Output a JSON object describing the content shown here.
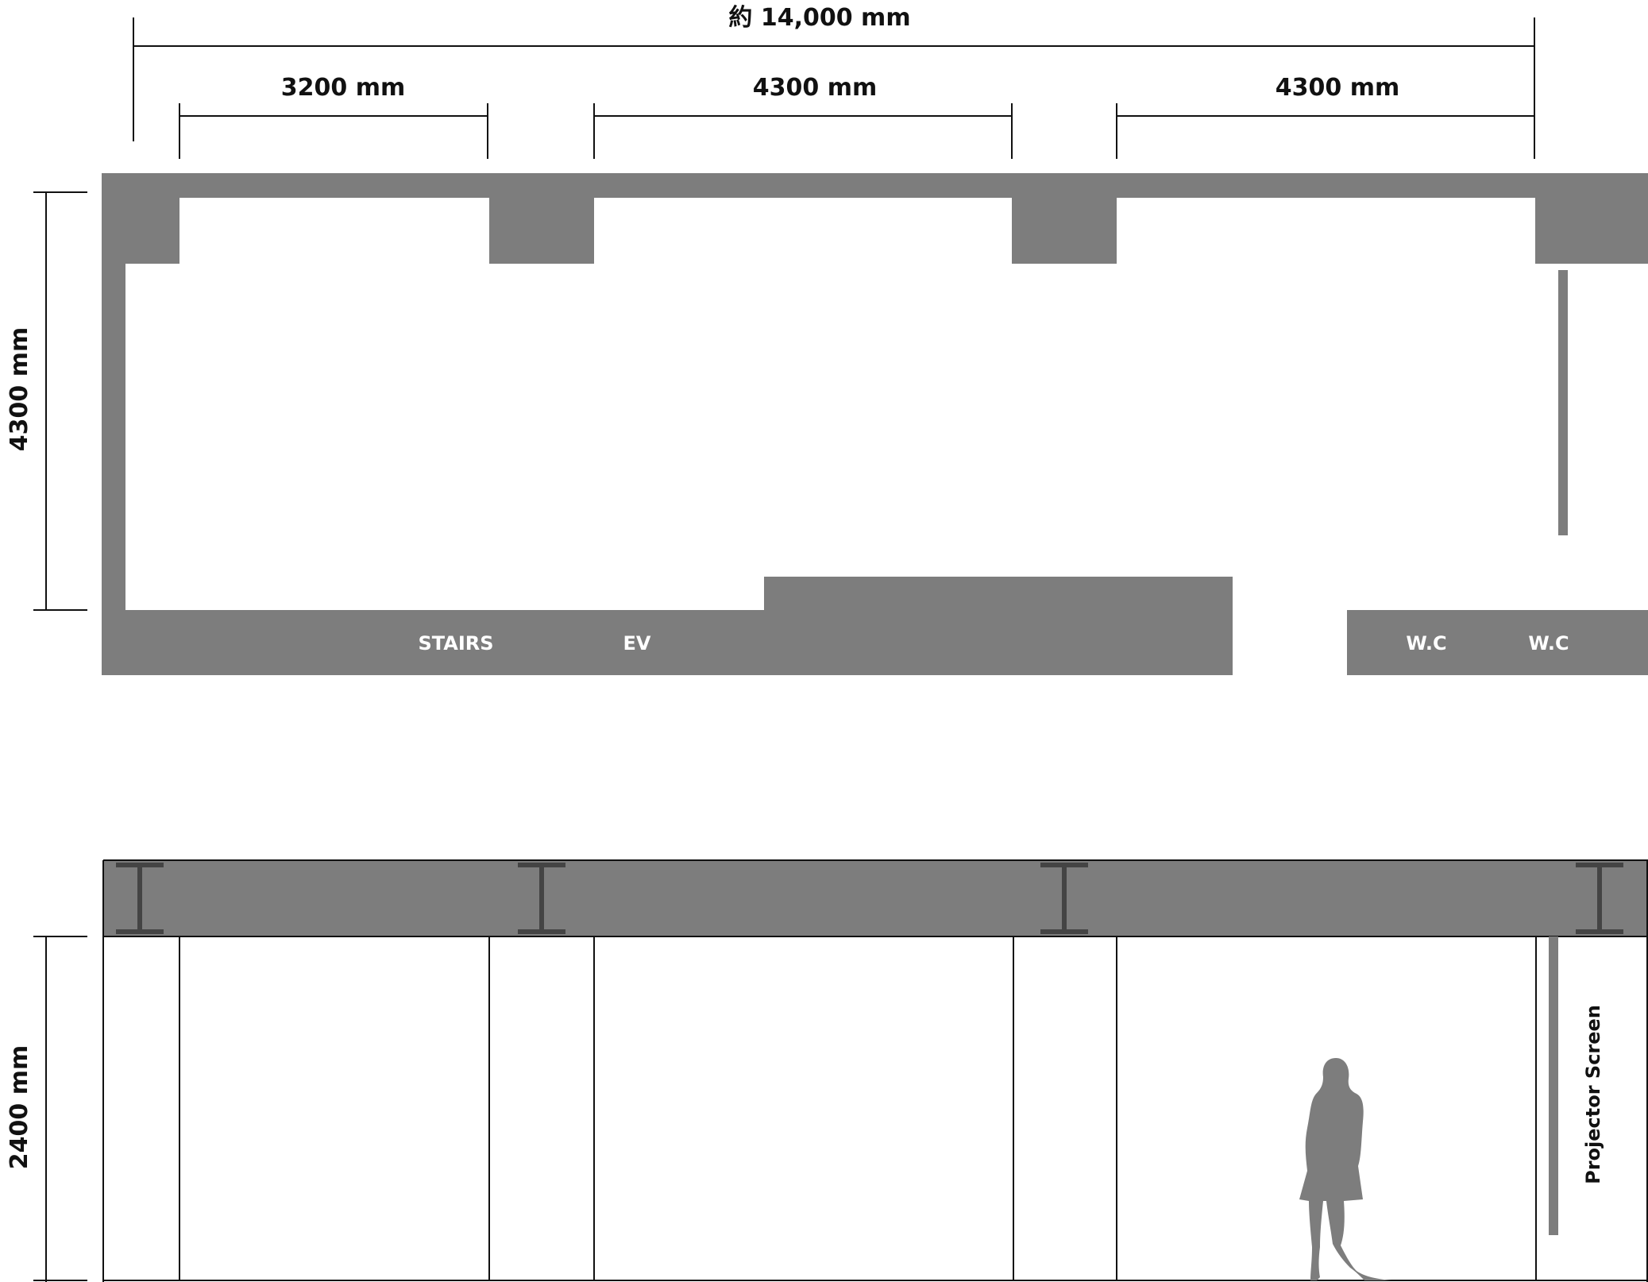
{
  "dimensions": {
    "overall_width": "約 14,000 mm",
    "span_1": "3200 mm",
    "span_2": "4300 mm",
    "span_3": "4300 mm",
    "plan_depth": "4300 mm",
    "ceiling_height": "2400 mm"
  },
  "rooms": {
    "stairs": "STAIRS",
    "elevator": "EV",
    "wc_1": "W.C",
    "wc_2": "W.C"
  },
  "equipment": {
    "projector_screen": "Projector Screen"
  },
  "colors": {
    "wall": "#7d7d7d",
    "line": "#111111",
    "steel": "#444444",
    "background": "#ffffff"
  }
}
